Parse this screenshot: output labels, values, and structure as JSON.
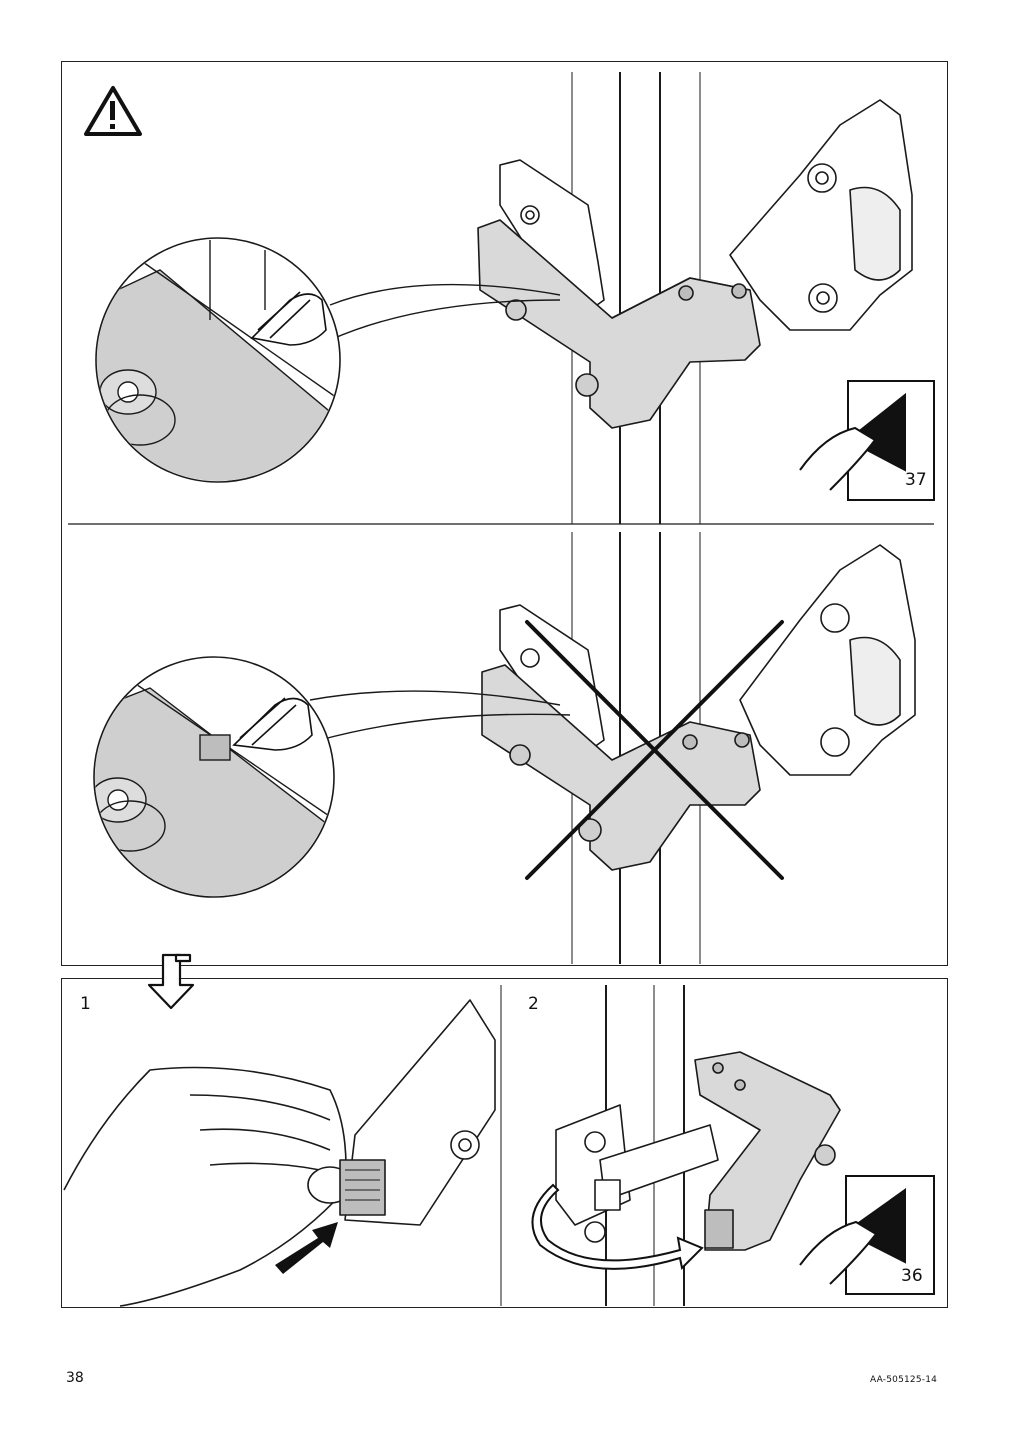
{
  "page": {
    "page_number": "38",
    "document_code": "AA-505125-14"
  },
  "top_panel": {
    "warning_icon": "warning-triangle-icon",
    "section_a": {
      "page_ref": "37",
      "icon": "turn-page-icon"
    },
    "section_b": {
      "mark": "incorrect-cross-icon"
    },
    "transition_icon": "down-arrow-icon"
  },
  "bottom_panel": {
    "step_1": {
      "number": "1",
      "icon": "push-arrow-icon"
    },
    "step_2": {
      "number": "2",
      "icon": "rotate-arrow-icon",
      "page_ref": "36"
    }
  },
  "colors": {
    "line": "#1a1a1a",
    "hinge_fill": "#d9d9d9",
    "detail_fill": "#cfcfcf",
    "background": "#ffffff"
  }
}
